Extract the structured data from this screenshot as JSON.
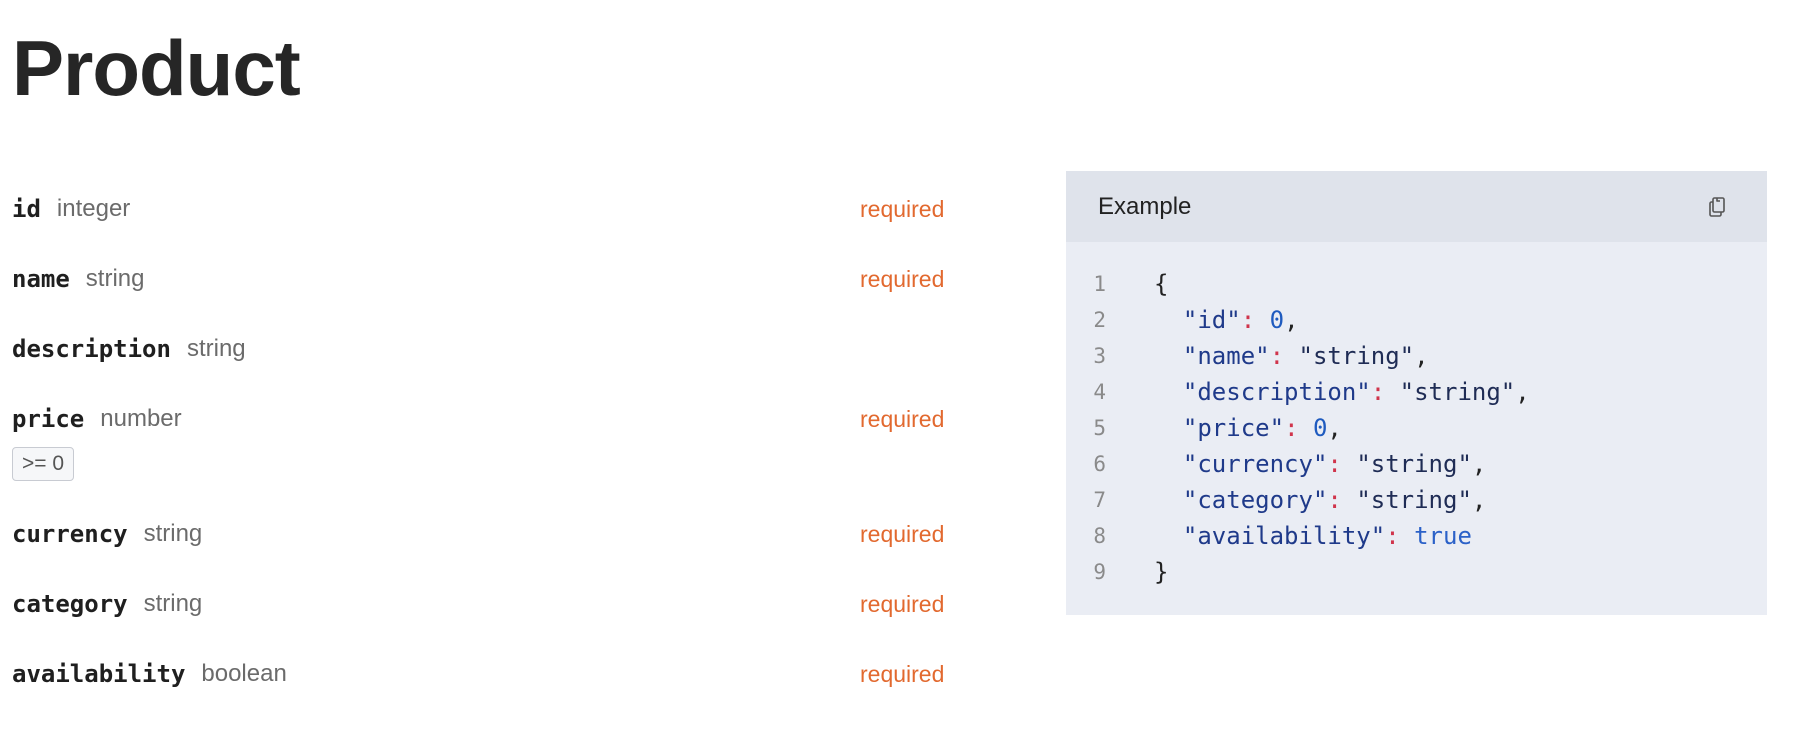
{
  "page": {
    "title": "Product"
  },
  "fields": [
    {
      "name": "id",
      "type": "integer",
      "required": "required"
    },
    {
      "name": "name",
      "type": "string",
      "required": "required"
    },
    {
      "name": "description",
      "type": "string",
      "required": ""
    },
    {
      "name": "price",
      "type": "number",
      "required": "required",
      "constraint": ">= 0"
    },
    {
      "name": "currency",
      "type": "string",
      "required": "required"
    },
    {
      "name": "category",
      "type": "string",
      "required": "required"
    },
    {
      "name": "availability",
      "type": "boolean",
      "required": "required"
    }
  ],
  "example": {
    "title": "Example",
    "copy_icon": "copy-icon",
    "line_numbers": [
      "1",
      "2",
      "3",
      "4",
      "5",
      "6",
      "7",
      "8",
      "9"
    ],
    "open_brace": "{",
    "close_brace": "}",
    "entries": [
      {
        "key": "\"id\"",
        "colon": ":",
        "value": "0",
        "value_kind": "number",
        "comma": ","
      },
      {
        "key": "\"name\"",
        "colon": ":",
        "value": "\"string\"",
        "value_kind": "string",
        "comma": ","
      },
      {
        "key": "\"description\"",
        "colon": ":",
        "value": "\"string\"",
        "value_kind": "string",
        "comma": ","
      },
      {
        "key": "\"price\"",
        "colon": ":",
        "value": "0",
        "value_kind": "number",
        "comma": ","
      },
      {
        "key": "\"currency\"",
        "colon": ":",
        "value": "\"string\"",
        "value_kind": "string",
        "comma": ","
      },
      {
        "key": "\"category\"",
        "colon": ":",
        "value": "\"string\"",
        "value_kind": "string",
        "comma": ","
      },
      {
        "key": "\"availability\"",
        "colon": ":",
        "value": "true",
        "value_kind": "boolean",
        "comma": ""
      }
    ]
  },
  "colors": {
    "required": "#e2692f",
    "panel_bg": "#eaedf4",
    "panel_header_bg": "#dfe3eb",
    "json_key": "#1f3a8a",
    "json_punct": "#d0344b",
    "json_number": "#1f5bbf"
  }
}
